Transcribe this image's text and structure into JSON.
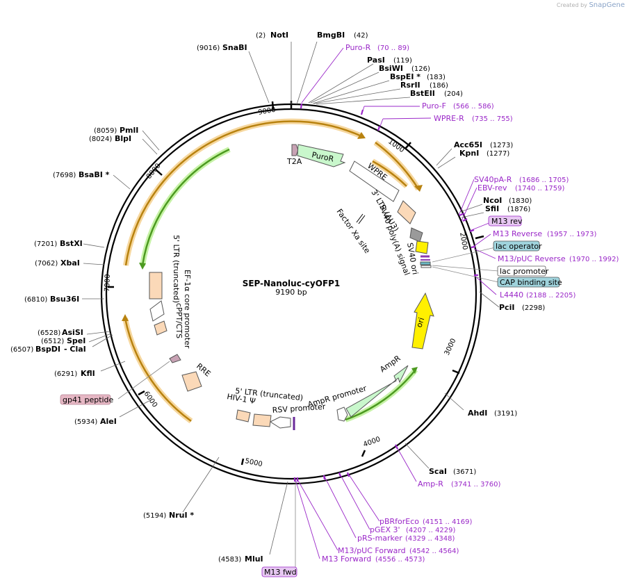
{
  "credit": {
    "prefix": "Created by",
    "brand": "SnapGene"
  },
  "plasmid": {
    "name": "SEP-Nanoluc-cyOFP1",
    "size": "9190 bp"
  },
  "ticks": [
    "1000",
    "2000",
    "3000",
    "4000",
    "5000",
    "6000",
    "7000",
    "8000",
    "9000"
  ],
  "sites": [
    {
      "name": "NotI",
      "pos": "(2)"
    },
    {
      "name": "BmgBI",
      "pos": "(42)"
    },
    {
      "name": "PasI",
      "pos": "(119)"
    },
    {
      "name": "BsiWI",
      "pos": "(126)"
    },
    {
      "name": "BspEI *",
      "pos": "(183)"
    },
    {
      "name": "RsrII",
      "pos": "(186)"
    },
    {
      "name": "BstEII",
      "pos": "(204)"
    },
    {
      "name": "Acc65I",
      "pos": "(1273)"
    },
    {
      "name": "KpnI",
      "pos": "(1277)"
    },
    {
      "name": "NcoI",
      "pos": "(1830)"
    },
    {
      "name": "SfiI",
      "pos": "(1876)"
    },
    {
      "name": "PciI",
      "pos": "(2298)"
    },
    {
      "name": "AhdI",
      "pos": "(3191)"
    },
    {
      "name": "ScaI",
      "pos": "(3671)"
    },
    {
      "name": "MluI",
      "pos": "(4583)"
    },
    {
      "name": "NruI *",
      "pos": "(5194)"
    },
    {
      "name": "AleI",
      "pos": "(5934)"
    },
    {
      "name": "KflI",
      "pos": "(6291)"
    },
    {
      "name": "BspDI",
      "pos": "(6507)"
    },
    {
      "name": "- ClaI",
      "pos": ""
    },
    {
      "name": "SpeI",
      "pos": "(6512)"
    },
    {
      "name": "AsiSI",
      "pos": "(6528)"
    },
    {
      "name": "Bsu36I",
      "pos": "(6810)"
    },
    {
      "name": "XbaI",
      "pos": "(7062)"
    },
    {
      "name": "BstXI",
      "pos": "(7201)"
    },
    {
      "name": "BsaBI *",
      "pos": "(7698)"
    },
    {
      "name": "BlpI",
      "pos": "(8024)"
    },
    {
      "name": "PmlI",
      "pos": "(8059)"
    },
    {
      "name": "SnaBI",
      "pos": "(9016)"
    }
  ],
  "primers": [
    {
      "name": "Puro-R",
      "pos": "(70 .. 89)"
    },
    {
      "name": "Puro-F",
      "pos": "(566 .. 586)"
    },
    {
      "name": "WPRE-R",
      "pos": "(735 .. 755)"
    },
    {
      "name": "SV40pA-R",
      "pos": "(1686 .. 1705)"
    },
    {
      "name": "EBV-rev",
      "pos": "(1740 .. 1759)"
    },
    {
      "name": "M13 Reverse",
      "pos": "(1957 .. 1973)"
    },
    {
      "name": "M13/pUC Reverse",
      "pos": "(1970 .. 1992)"
    },
    {
      "name": "L4440",
      "pos": "(2188 .. 2205)"
    },
    {
      "name": "Amp-R",
      "pos": "(3741 .. 3760)"
    },
    {
      "name": "pBRforEco",
      "pos": "(4151 .. 4169)"
    },
    {
      "name": "pGEX 3'",
      "pos": "(4207 .. 4229)"
    },
    {
      "name": "pRS-marker",
      "pos": "(4329 .. 4348)"
    },
    {
      "name": "M13/pUC Forward",
      "pos": "(4542 .. 4564)"
    },
    {
      "name": "M13 Forward",
      "pos": "(4556 .. 4573)"
    }
  ],
  "boxed_labels": [
    {
      "text": "M13 rev",
      "fill": "#e7c8f2",
      "stroke": "#9a27c8"
    },
    {
      "text": "lac operator",
      "fill": "#9fd3dc",
      "stroke": "#555555"
    },
    {
      "text": "lac promoter",
      "fill": "#ffffff",
      "stroke": "#555555"
    },
    {
      "text": "CAP binding site",
      "fill": "#9fd3dc",
      "stroke": "#555555"
    },
    {
      "text": "M13 fwd",
      "fill": "#e7c8f2",
      "stroke": "#9a27c8"
    },
    {
      "text": "gp41 peptide",
      "fill": "#e6b7c4",
      "stroke": "#b48493"
    }
  ],
  "features": [
    {
      "text": "T2A"
    },
    {
      "text": "PuroR"
    },
    {
      "text": "WPRE"
    },
    {
      "text": "3' LTR (ΔU3)"
    },
    {
      "text": "SV40 poly(A) signal"
    },
    {
      "text": "Factor Xa site"
    },
    {
      "text": "SV40 ori"
    },
    {
      "text": "ori"
    },
    {
      "text": "AmpR"
    },
    {
      "text": "AmpR promoter"
    },
    {
      "text": "RSV promoter"
    },
    {
      "text": "5' LTR (truncated)"
    },
    {
      "text": "HIV-1 Ψ"
    },
    {
      "text": "RRE"
    },
    {
      "text": "cPPT/CTS"
    },
    {
      "text": "EF-1α core promoter"
    },
    {
      "text": "5' LTR (truncated)"
    }
  ],
  "colors": {
    "backbone": "#000000",
    "primer": "#9a27c8",
    "orange_arc": "#b8820f",
    "green_arc": "#4c9a20",
    "ltr_fill": "#fbd9b8",
    "cds_fill": "#c9f7cc",
    "ori_fill": "#fff000",
    "sv40_fill": "#9a9a9a"
  }
}
